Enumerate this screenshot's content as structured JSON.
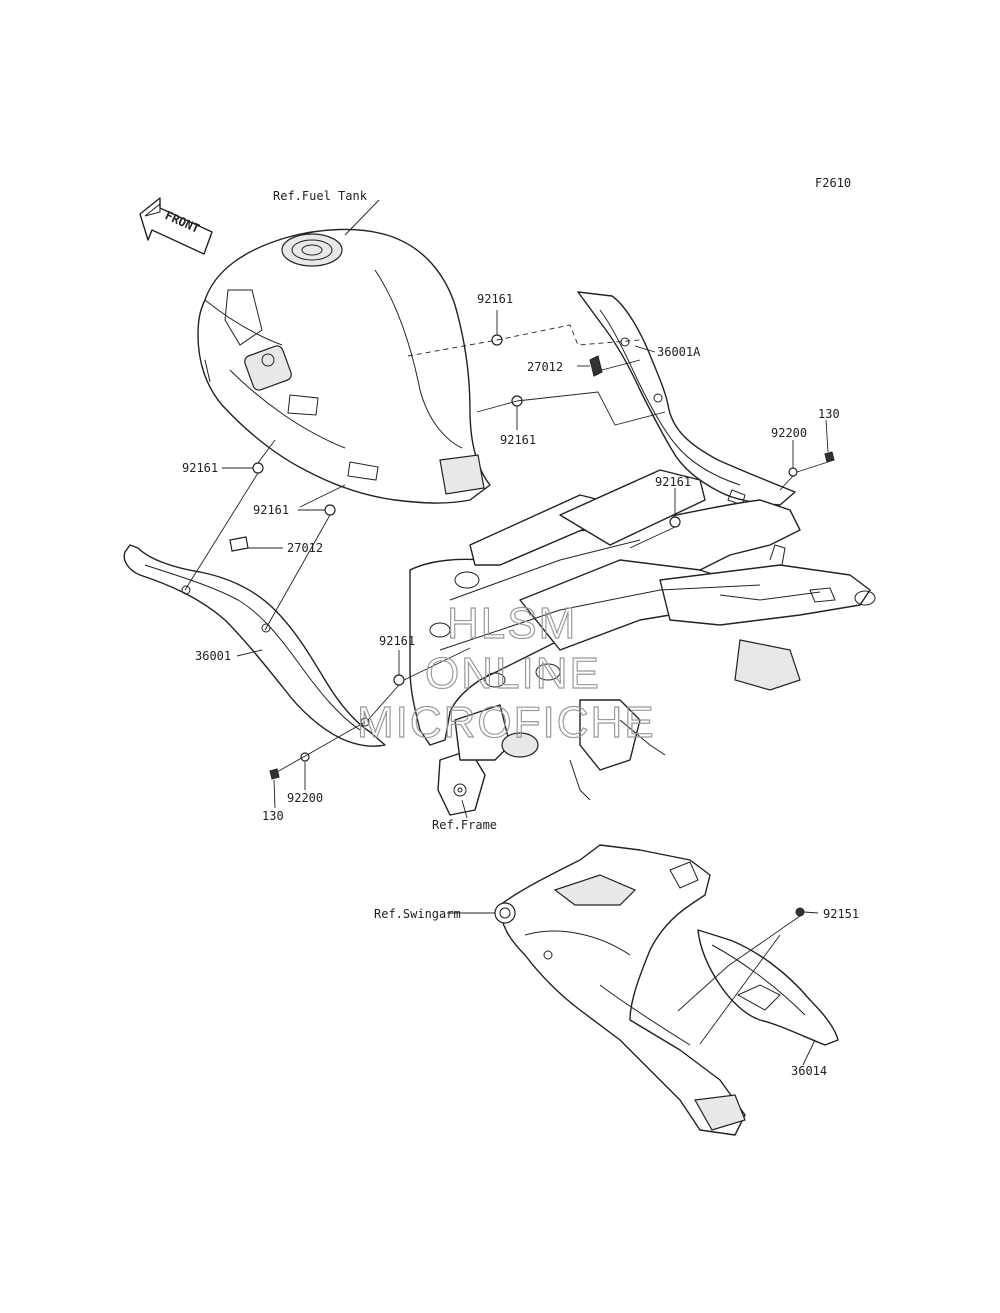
{
  "figure_code": "F2610",
  "front_arrow": "FRONT",
  "references": {
    "fuel_tank": "Ref.Fuel Tank",
    "frame": "Ref.Frame",
    "swingarm": "Ref.Swingarm"
  },
  "watermark": [
    "HLSM",
    "ONLINE",
    "MICROFICHE"
  ],
  "parts": [
    {
      "number": "92161"
    },
    {
      "number": "36001A"
    },
    {
      "number": "27012"
    },
    {
      "number": "92161"
    },
    {
      "number": "130"
    },
    {
      "number": "92200"
    },
    {
      "number": "92161"
    },
    {
      "number": "92161"
    },
    {
      "number": "92161"
    },
    {
      "number": "27012"
    },
    {
      "number": "36001"
    },
    {
      "number": "92161"
    },
    {
      "number": "92200"
    },
    {
      "number": "130"
    },
    {
      "number": "92151"
    },
    {
      "number": "36014"
    }
  ]
}
